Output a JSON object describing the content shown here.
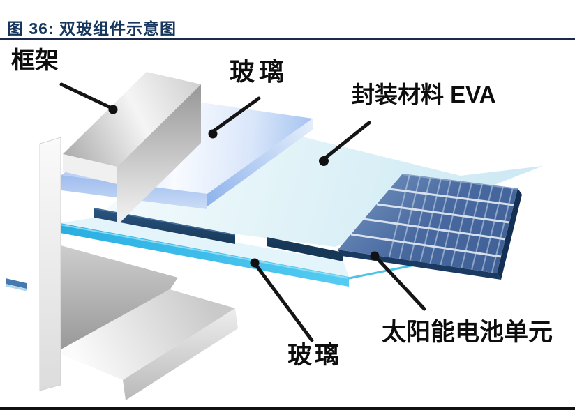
{
  "figure": {
    "title": "图 36: 双玻组件示意图"
  },
  "diagram": {
    "callouts": {
      "frame": "框架",
      "glass_top": "玻璃",
      "eva": "封装材料 EVA",
      "glass_bottom": "玻璃",
      "solar_cell": "太阳能电池单元"
    },
    "colors": {
      "title_navy": "#17365d",
      "rule_black": "#111111",
      "glass_blue": "#a9c6ef",
      "eva_cyan": "#d3ecf5",
      "bottom_glass_cyan": "#2ab0e2",
      "cell_strip_navy": "#1d3f66",
      "cell_array_blue": "#48699f",
      "frame_gray": "#c9c9c9",
      "label_black": "#0d0d0d"
    }
  }
}
